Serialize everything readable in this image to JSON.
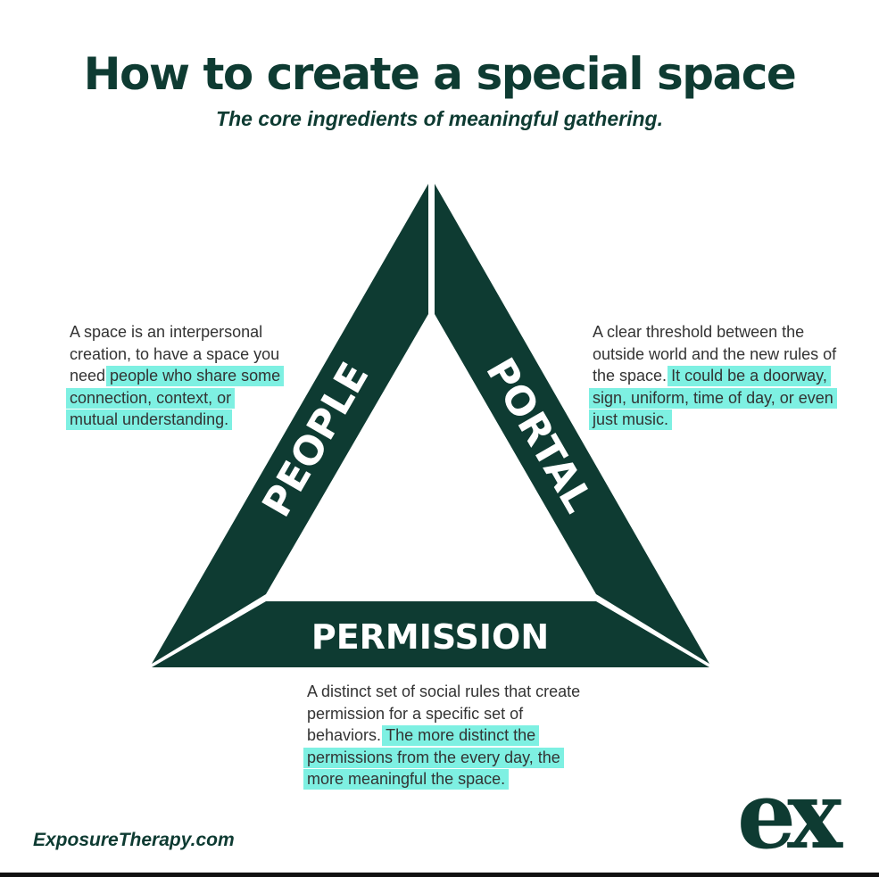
{
  "header": {
    "title": "How to create a special space",
    "subtitle": "The core ingredients of meaningful gathering."
  },
  "diagram": {
    "sides": [
      {
        "id": "people",
        "label": "PEOPLE",
        "text_plain": "A space is an interpersonal creation, to have a space you need ",
        "text_highlight": "people who share some connection, context, or mutual understanding."
      },
      {
        "id": "portal",
        "label": "PORTAL",
        "text_plain": "A clear threshold between the outside world and the new rules of the space.",
        "text_highlight": "It could be a doorway, sign, uniform, time of day, or even just music."
      },
      {
        "id": "permission",
        "label": "PERMISSION",
        "text_plain": "A distinct set of social rules that create permission for a specific set of behaviors.",
        "text_highlight": "The more distinct the permissions from the every day, the more meaningful the space."
      }
    ]
  },
  "footer": {
    "url": "ExposureTherapy.com",
    "logo": "ex"
  },
  "colors": {
    "primary": "#0e3b32",
    "highlight": "#7ef0e2",
    "text": "#333333",
    "background": "#ffffff"
  }
}
